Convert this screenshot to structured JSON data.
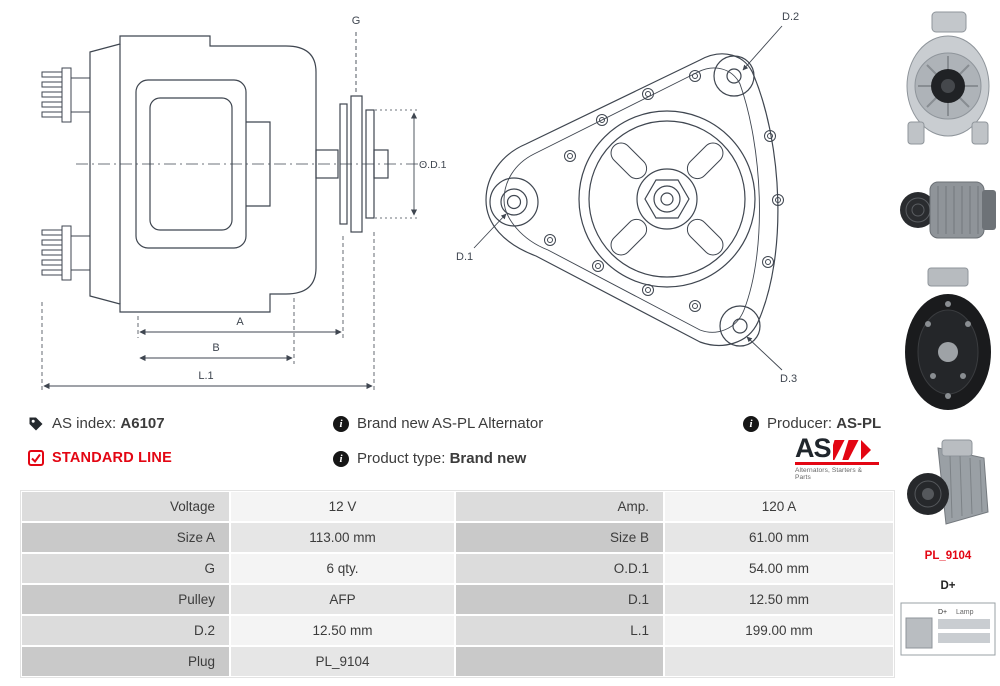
{
  "colors": {
    "accent_red": "#e30613",
    "line": "#3f4650",
    "text": "#3c3c3c"
  },
  "meta": {
    "as_index_label": "AS index:",
    "as_index_value": "A6107",
    "brand_new_text": "Brand new AS-PL Alternator",
    "producer_label": "Producer:",
    "producer_value": "AS-PL",
    "standard_line": "STANDARD LINE",
    "product_type_label": "Product type:",
    "product_type_value": "Brand new"
  },
  "logo": {
    "text": "AS",
    "caption": "Alternators, Starters & Parts"
  },
  "drawings": {
    "side": {
      "g": "G",
      "od1": "O.D.1",
      "a": "A",
      "b": "B",
      "l1": "L.1"
    },
    "front": {
      "d1": "D.1",
      "d2": "D.2",
      "d3": "D.3"
    }
  },
  "sidebar": {
    "plug_code": "PL_9104",
    "terminal": "D+",
    "connector": {
      "pin1": "D+",
      "pin2": "Lamp"
    }
  },
  "table": {
    "rows": [
      {
        "l1": "Voltage",
        "v1": "12 V",
        "l2": "Amp.",
        "v2": "120 A"
      },
      {
        "l1": "Size A",
        "v1": "113.00 mm",
        "l2": "Size B",
        "v2": "61.00 mm"
      },
      {
        "l1": "G",
        "v1": "6 qty.",
        "l2": "O.D.1",
        "v2": "54.00 mm"
      },
      {
        "l1": "Pulley",
        "v1": "AFP",
        "l2": "D.1",
        "v2": "12.50 mm"
      },
      {
        "l1": "D.2",
        "v1": "12.50 mm",
        "l2": "L.1",
        "v2": "199.00 mm"
      },
      {
        "l1": "Plug",
        "v1": "PL_9104",
        "l2": "",
        "v2": ""
      }
    ]
  }
}
